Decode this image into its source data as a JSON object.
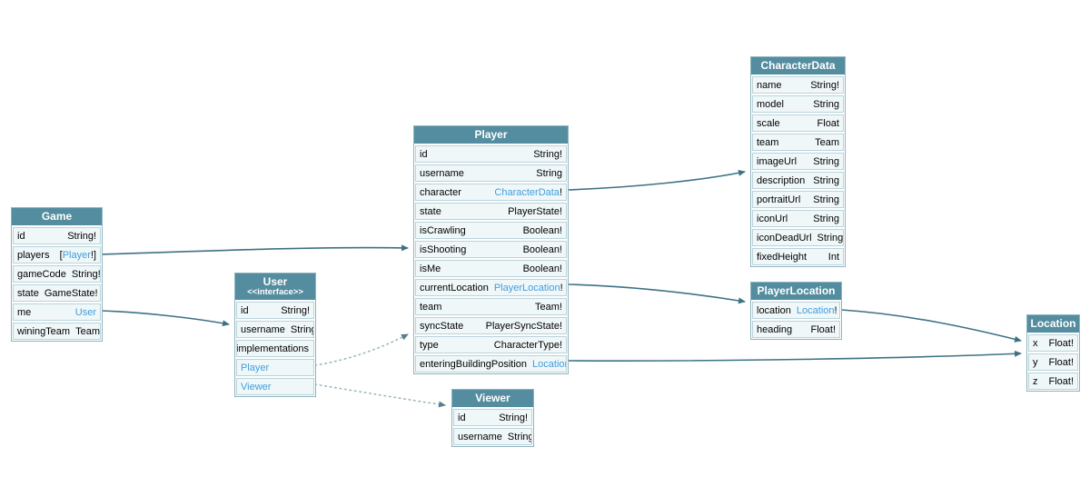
{
  "colors": {
    "header_teal": "#538d9f",
    "row_background": "#f0f7f9",
    "row_border": "#b9d3db",
    "table_border": "#8fb4bf",
    "field_text": "#000000",
    "type_link_blue": "#3f9edd",
    "edge_solid": "#3d7284",
    "edge_dotted": "#9db9c1"
  },
  "tables": {
    "game": {
      "title": "Game",
      "fields": [
        {
          "name": "id",
          "t2": "String!"
        },
        {
          "name": "players",
          "t1": "[",
          "link": "Player",
          "t2": "!]"
        },
        {
          "name": "gameCode",
          "t2": "String!"
        },
        {
          "name": "state",
          "t2": "GameState!"
        },
        {
          "name": "me",
          "link": "User"
        },
        {
          "name": "winingTeam",
          "t2": "Team"
        }
      ]
    },
    "user": {
      "title": "User",
      "subtitle": "<<interface>>",
      "fields": [
        {
          "name": "id",
          "t2": "String!"
        },
        {
          "name": "username",
          "t2": "String"
        },
        {
          "name": "implementations",
          "center": true
        },
        {
          "name": "Player",
          "name_link": true
        },
        {
          "name": "Viewer",
          "name_link": true
        }
      ]
    },
    "player": {
      "title": "Player",
      "fields": [
        {
          "name": "id",
          "t2": "String!"
        },
        {
          "name": "username",
          "t2": "String"
        },
        {
          "name": "character",
          "link": "CharacterData",
          "t2": "!"
        },
        {
          "name": "state",
          "t2": "PlayerState!"
        },
        {
          "name": "isCrawling",
          "t2": "Boolean!"
        },
        {
          "name": "isShooting",
          "t2": "Boolean!"
        },
        {
          "name": "isMe",
          "t2": "Boolean!"
        },
        {
          "name": "currentLocation",
          "link": "PlayerLocation",
          "t2": "!"
        },
        {
          "name": "team",
          "t2": "Team!"
        },
        {
          "name": "syncState",
          "t2": "PlayerSyncState!"
        },
        {
          "name": "type",
          "t2": "CharacterType!"
        },
        {
          "name": "enteringBuildingPosition",
          "link": "Location"
        }
      ]
    },
    "viewer": {
      "title": "Viewer",
      "fields": [
        {
          "name": "id",
          "t2": "String!"
        },
        {
          "name": "username",
          "t2": "String"
        }
      ]
    },
    "characterData": {
      "title": "CharacterData",
      "fields": [
        {
          "name": "name",
          "t2": "String!"
        },
        {
          "name": "model",
          "t2": "String"
        },
        {
          "name": "scale",
          "t2": "Float"
        },
        {
          "name": "team",
          "t2": "Team"
        },
        {
          "name": "imageUrl",
          "t2": "String"
        },
        {
          "name": "description",
          "t2": "String"
        },
        {
          "name": "portraitUrl",
          "t2": "String"
        },
        {
          "name": "iconUrl",
          "t2": "String"
        },
        {
          "name": "iconDeadUrl",
          "t2": "String"
        },
        {
          "name": "fixedHeight",
          "t2": "Int"
        }
      ]
    },
    "playerLocation": {
      "title": "PlayerLocation",
      "fields": [
        {
          "name": "location",
          "link": "Location",
          "t2": "!"
        },
        {
          "name": "heading",
          "t2": "Float!"
        }
      ]
    },
    "location": {
      "title": "Location",
      "fields": [
        {
          "name": "x",
          "t2": "Float!"
        },
        {
          "name": "y",
          "t2": "Float!"
        },
        {
          "name": "z",
          "t2": "Float!"
        }
      ]
    }
  },
  "edges": [
    {
      "from": "Game.players",
      "to": "Player",
      "style": "solid"
    },
    {
      "from": "Game.me",
      "to": "User",
      "style": "solid"
    },
    {
      "from": "Player.character",
      "to": "CharacterData",
      "style": "solid"
    },
    {
      "from": "Player.currentLocation",
      "to": "PlayerLocation",
      "style": "solid"
    },
    {
      "from": "Player.enteringBuildingPosition",
      "to": "Location",
      "style": "solid"
    },
    {
      "from": "PlayerLocation.location",
      "to": "Location",
      "style": "solid"
    },
    {
      "from": "User.Player",
      "to": "Player",
      "style": "dotted"
    },
    {
      "from": "User.Viewer",
      "to": "Viewer",
      "style": "dotted"
    }
  ]
}
